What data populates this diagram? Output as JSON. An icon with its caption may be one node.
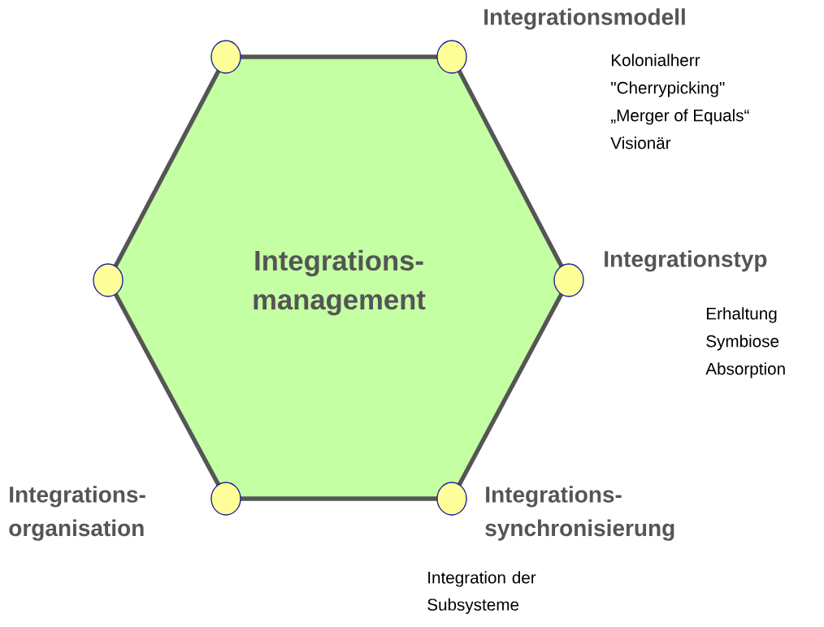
{
  "diagram": {
    "nodes": [
      {
        "text": [
          "Integrations- management"
        ]
      },
      {
        "text": [],
        "shape": "circle"
      },
      {
        "text": [],
        "shape": "circle"
      },
      {
        "text": [],
        "shape": "circle"
      },
      {
        "text": [],
        "shape": "circle"
      },
      {
        "text": [],
        "shape": "circle"
      },
      {
        "text": [],
        "shape": "circle"
      }
    ],
    "labels": [
      "Integrationsmodell",
      "Kolonialherr",
      "\"Cherrypicking\"",
      "„Merger of Equals“",
      "Visionär",
      "Integrationstyp",
      "Erhaltung",
      "Symbiose",
      "Absorption",
      "Integrations- organisation",
      "Integrations- synchronisierung",
      "Integration der Subsysteme"
    ]
  }
}
